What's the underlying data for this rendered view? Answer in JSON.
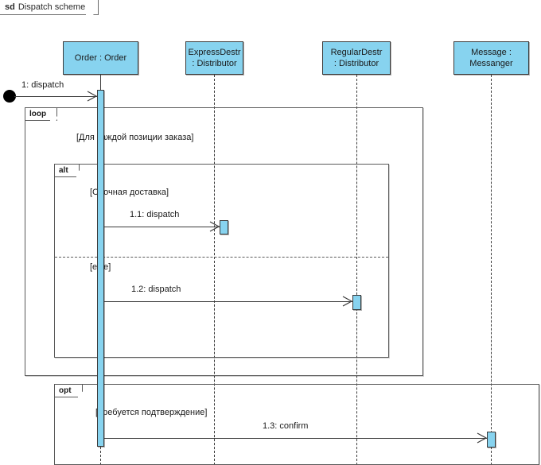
{
  "frame": {
    "keyword": "sd",
    "title": "Dispatch scheme"
  },
  "lifelines": [
    {
      "name": "order",
      "line1": "Order : Order",
      "line2": ""
    },
    {
      "name": "express-destr",
      "line1": "ExpressDestr",
      "line2": ": Distributor"
    },
    {
      "name": "regular-destr",
      "line1": "RegularDestr",
      "line2": ": Distributor"
    },
    {
      "name": "messenger",
      "line1": "Message :",
      "line2": "Messanger"
    }
  ],
  "fragments": [
    {
      "name": "loop",
      "operator": "loop",
      "guard": "[Для каждой позиции заказа]"
    },
    {
      "name": "alt",
      "operator": "alt",
      "guard": "[Срочная доставка]",
      "else_guard": "[else]"
    },
    {
      "name": "opt",
      "operator": "opt",
      "guard": "[Требуется подтверждение]"
    }
  ],
  "messages": [
    {
      "name": "dispatch-found",
      "label": "1: dispatch",
      "from": "found",
      "to": "order"
    },
    {
      "name": "dispatch-express",
      "label": "1.1: dispatch",
      "from": "order",
      "to": "express-destr"
    },
    {
      "name": "dispatch-regular",
      "label": "1.2: dispatch",
      "from": "order",
      "to": "regular-destr"
    },
    {
      "name": "confirm-message",
      "label": "1.3: confirm",
      "from": "order",
      "to": "messenger"
    }
  ],
  "colors": {
    "lifeline_fill": "#87d3ef",
    "outline": "#3a3a3a",
    "fragment_outline": "#5a5a5a",
    "background": "#ffffff"
  }
}
